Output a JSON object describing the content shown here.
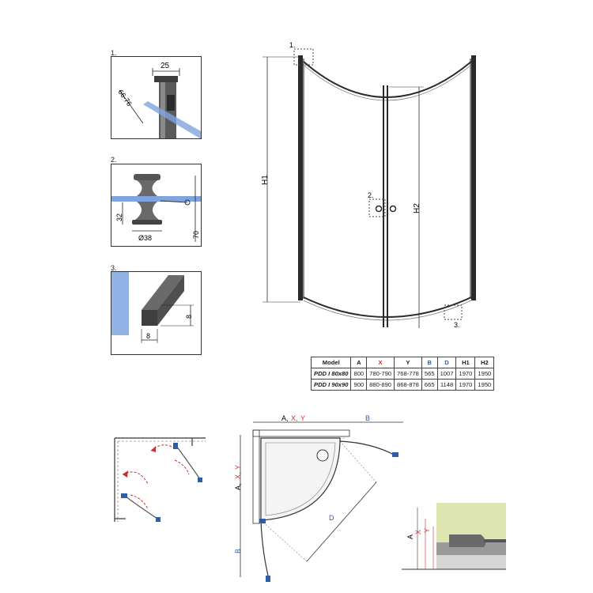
{
  "details": [
    {
      "num": "1.",
      "dims": [
        "25",
        "66-76"
      ]
    },
    {
      "num": "2.",
      "dims": [
        "32",
        "Ø38",
        "70"
      ]
    },
    {
      "num": "3.",
      "dims": [
        "8",
        "8"
      ]
    }
  ],
  "front": {
    "callouts": [
      "1.",
      "2.",
      "3."
    ],
    "h1": "H1",
    "h2": "H2"
  },
  "table": {
    "headers": [
      "Model",
      "A",
      "X",
      "Y",
      "B",
      "D",
      "H1",
      "H2"
    ],
    "rows": [
      [
        "PDD I 80x80",
        "800",
        "780-790",
        "768-778",
        "565",
        "1007",
        "1970",
        "1950"
      ],
      [
        "PDD I 90x90",
        "900",
        "880-890",
        "868-878",
        "665",
        "1148",
        "1970",
        "1950"
      ]
    ]
  },
  "plan": {
    "top_a": "A,",
    "top_x": " X,",
    "top_y": " Y",
    "top_b": "B",
    "side_a": "A,",
    "side_x": " X,",
    "side_y": " Y",
    "side_b": "B",
    "diag_d": "D"
  },
  "profile": {
    "a": "A",
    "x": "X",
    "y": "Y"
  },
  "colors": {
    "red": "#c8302a",
    "blue": "#2f5ea8",
    "glass": "#4a78c8",
    "wall": "#dde6b0"
  }
}
